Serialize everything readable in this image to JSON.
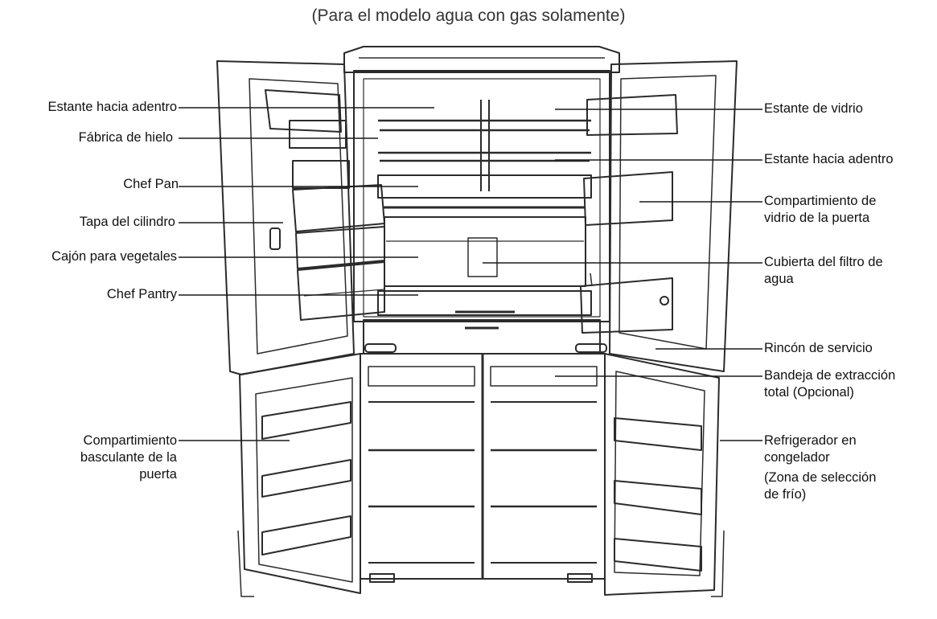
{
  "caption": "(Para el modelo agua con gas solamente)",
  "labels_left": [
    "Estante hacia adentro",
    "Fábrica de hielo",
    "Chef Pan",
    "Tapa del cilindro",
    "Cajón para vegetales",
    "Chef Pantry",
    [
      "Compartimiento",
      "basculante de la",
      "puerta"
    ]
  ],
  "labels_right": [
    "Estante de vidrio",
    "Estante hacia adentro",
    [
      "Compartimiento de",
      "vidrio de la puerta"
    ],
    [
      "Cubierta del filtro de",
      "agua"
    ],
    "Rincón de servicio",
    [
      "Bandeja de extracción",
      "total (Opcional)"
    ],
    [
      "Refrigerador en",
      "congelador",
      "(Zona de selección",
      "de frío)"
    ]
  ],
  "colors": {
    "line": "#1a1a1a",
    "outline": "#2b2b2b",
    "shade": "#9a9a9a"
  }
}
